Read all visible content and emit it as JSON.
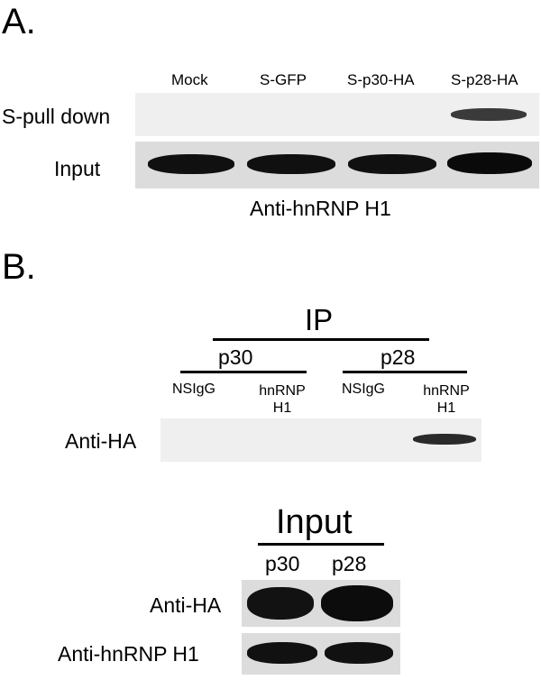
{
  "panelA": {
    "label": "A.",
    "lanes": [
      "Mock",
      "S-GFP",
      "S-p30-HA",
      "S-p28-HA"
    ],
    "rows": [
      "S-pull down",
      "Input"
    ],
    "antibody": "Anti-hnRNP H1"
  },
  "panelB": {
    "label": "B.",
    "ip": {
      "title": "IP",
      "groups": [
        "p30",
        "p28"
      ],
      "lanes": [
        "NSIgG",
        "hnRNP\nH1",
        "NSIgG",
        "hnRNP\nH1"
      ],
      "row": "Anti-HA"
    },
    "input": {
      "title": "Input",
      "lanes": [
        "p30",
        "p28"
      ],
      "rows": [
        "Anti-HA",
        "Anti-hnRNP H1"
      ]
    }
  }
}
